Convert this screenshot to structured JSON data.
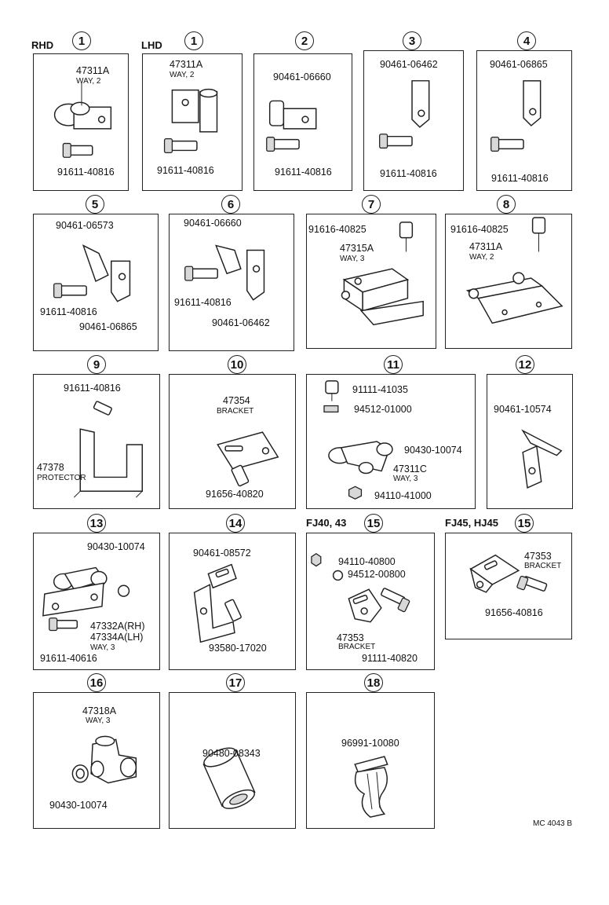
{
  "headers": {
    "rhd": "RHD",
    "lhd": "LHD",
    "fj40": "FJ40, 43",
    "fj45": "FJ45, HJ45"
  },
  "panels": [
    {
      "num": "1",
      "labels": [
        "47311A",
        "91611-40816"
      ],
      "subs": [
        "WAY, 2"
      ]
    },
    {
      "num": "1",
      "labels": [
        "47311A",
        "91611-40816"
      ],
      "subs": [
        "WAY, 2"
      ]
    },
    {
      "num": "2",
      "labels": [
        "90461-06660",
        "91611-40816"
      ],
      "subs": []
    },
    {
      "num": "3",
      "labels": [
        "90461-06462",
        "91611-40816"
      ],
      "subs": []
    },
    {
      "num": "4",
      "labels": [
        "90461-06865",
        "91611-40816"
      ],
      "subs": []
    },
    {
      "num": "5",
      "labels": [
        "90461-06573",
        "91611-40816",
        "90461-06865"
      ],
      "subs": []
    },
    {
      "num": "6",
      "labels": [
        "90461-06660",
        "91611-40816",
        "90461-06462"
      ],
      "subs": []
    },
    {
      "num": "7",
      "labels": [
        "91616-40825",
        "47315A"
      ],
      "subs": [
        "WAY, 3"
      ]
    },
    {
      "num": "8",
      "labels": [
        "91616-40825",
        "47311A"
      ],
      "subs": [
        "WAY, 2"
      ]
    },
    {
      "num": "9",
      "labels": [
        "91611-40816",
        "47378"
      ],
      "subs": [
        "PROTECTOR"
      ]
    },
    {
      "num": "10",
      "labels": [
        "47354",
        "91656-40820"
      ],
      "subs": [
        "BRACKET"
      ]
    },
    {
      "num": "11",
      "labels": [
        "91111-41035",
        "94512-01000",
        "90430-10074",
        "47311C",
        "94110-41000"
      ],
      "subs": [
        "WAY, 3"
      ]
    },
    {
      "num": "12",
      "labels": [
        "90461-10574"
      ],
      "subs": []
    },
    {
      "num": "13",
      "labels": [
        "90430-10074",
        "47332A(RH)",
        "47334A(LH)",
        "91611-40616"
      ],
      "subs": [
        "WAY, 3"
      ]
    },
    {
      "num": "14",
      "labels": [
        "90461-08572",
        "93580-17020"
      ],
      "subs": []
    },
    {
      "num": "15",
      "labels": [
        "94110-40800",
        "94512-00800",
        "47353",
        "91111-40820"
      ],
      "subs": [
        "BRACKET"
      ]
    },
    {
      "num": "15",
      "labels": [
        "47353",
        "91656-40816"
      ],
      "subs": [
        "BRACKET"
      ]
    },
    {
      "num": "16",
      "labels": [
        "47318A",
        "90430-10074"
      ],
      "subs": [
        "WAY, 3"
      ]
    },
    {
      "num": "17",
      "labels": [
        "90480-08343"
      ],
      "subs": []
    },
    {
      "num": "18",
      "labels": [
        "96991-10080"
      ],
      "subs": []
    }
  ],
  "footer_code": "MC 4043 B"
}
